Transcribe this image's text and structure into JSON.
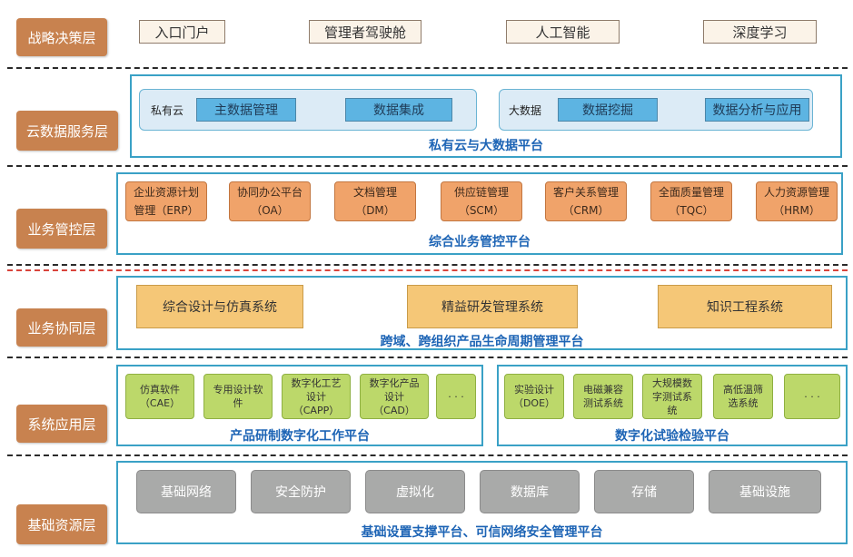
{
  "layers": {
    "strategy": "战略决策层",
    "cloud": "云数据服务层",
    "business_control": "业务管控层",
    "collaboration": "业务协同层",
    "system_app": "系统应用层",
    "infrastructure": "基础资源层"
  },
  "strategy_items": [
    "入口门户",
    "管理者驾驶舱",
    "人工智能",
    "深度学习"
  ],
  "cloud": {
    "private_label": "私有云",
    "private_items": [
      "主数据管理",
      "数据集成"
    ],
    "bigdata_label": "大数据",
    "bigdata_items": [
      "数据挖掘",
      "数据分析与应用"
    ],
    "platform": "私有云与大数据平台"
  },
  "business_control": {
    "items": [
      {
        "line1": "企业资源计划",
        "line2": "管理（ERP）"
      },
      {
        "line1": "协同办公平台",
        "line2": "（OA）"
      },
      {
        "line1": "文档管理",
        "line2": "（DM）"
      },
      {
        "line1": "供应链管理",
        "line2": "（SCM）"
      },
      {
        "line1": "客户关系管理",
        "line2": "（CRM）"
      },
      {
        "line1": "全面质量管理",
        "line2": "（TQC）"
      },
      {
        "line1": "人力资源管理",
        "line2": "（HRM）"
      }
    ],
    "platform": "综合业务管控平台"
  },
  "collaboration": {
    "items": [
      "综合设计与仿真系统",
      "精益研发管理系统",
      "知识工程系统"
    ],
    "platform": "跨域、跨组织产品生命周期管理平台"
  },
  "system_app": {
    "left_items": [
      {
        "line1": "仿真软件",
        "line2": "（CAE）"
      },
      {
        "line1": "专用设计软",
        "line2": "件"
      },
      {
        "line1": "数字化工艺",
        "line2": "设计",
        "line3": "（CAPP）"
      },
      {
        "line1": "数字化产品",
        "line2": "设计",
        "line3": "（CAD）"
      },
      {
        "line1": "· · ·"
      }
    ],
    "left_platform": "产品研制数字化工作平台",
    "right_items": [
      {
        "line1": "实验设计",
        "line2": "（DOE）"
      },
      {
        "line1": "电磁兼容",
        "line2": "测试系统"
      },
      {
        "line1": "大规模数",
        "line2": "字测试系",
        "line3": "统"
      },
      {
        "line1": "高低温筛",
        "line2": "选系统"
      },
      {
        "line1": "· · ·"
      }
    ],
    "right_platform": "数字化试验检验平台"
  },
  "infrastructure": {
    "items": [
      "基础网络",
      "安全防护",
      "虚拟化",
      "数据库",
      "存储",
      "基础设施"
    ],
    "platform": "基础设置支撑平台、可信网络安全管理平台"
  }
}
